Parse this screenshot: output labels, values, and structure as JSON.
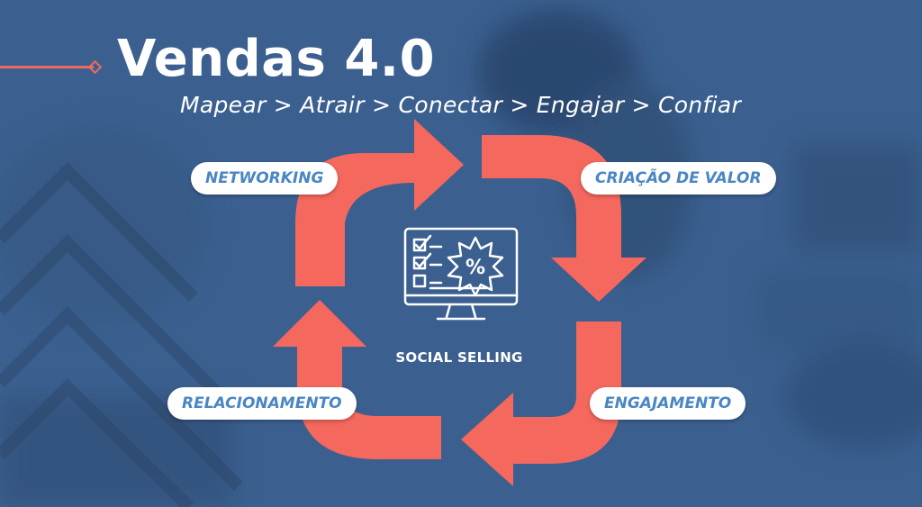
{
  "title": "Vendas 4.0",
  "subtitle": "Mapear > Atrair > Conectar > Engajar > Confiar",
  "center": {
    "label": "SOCIAL SELLING",
    "icon": "computer-discount-checklist-icon",
    "percent_glyph": "%"
  },
  "stages": {
    "networking": "NETWORKING",
    "criacao": "CRIAÇÃO DE VALOR",
    "engajamento": "ENGAJAMENTO",
    "relacionamento": "RELACIONAMENTO"
  },
  "colors": {
    "background": "#3a5f8f",
    "arrow": "#f4685d",
    "pill_text": "#4a86c4",
    "accent_line": "#f0695c"
  }
}
